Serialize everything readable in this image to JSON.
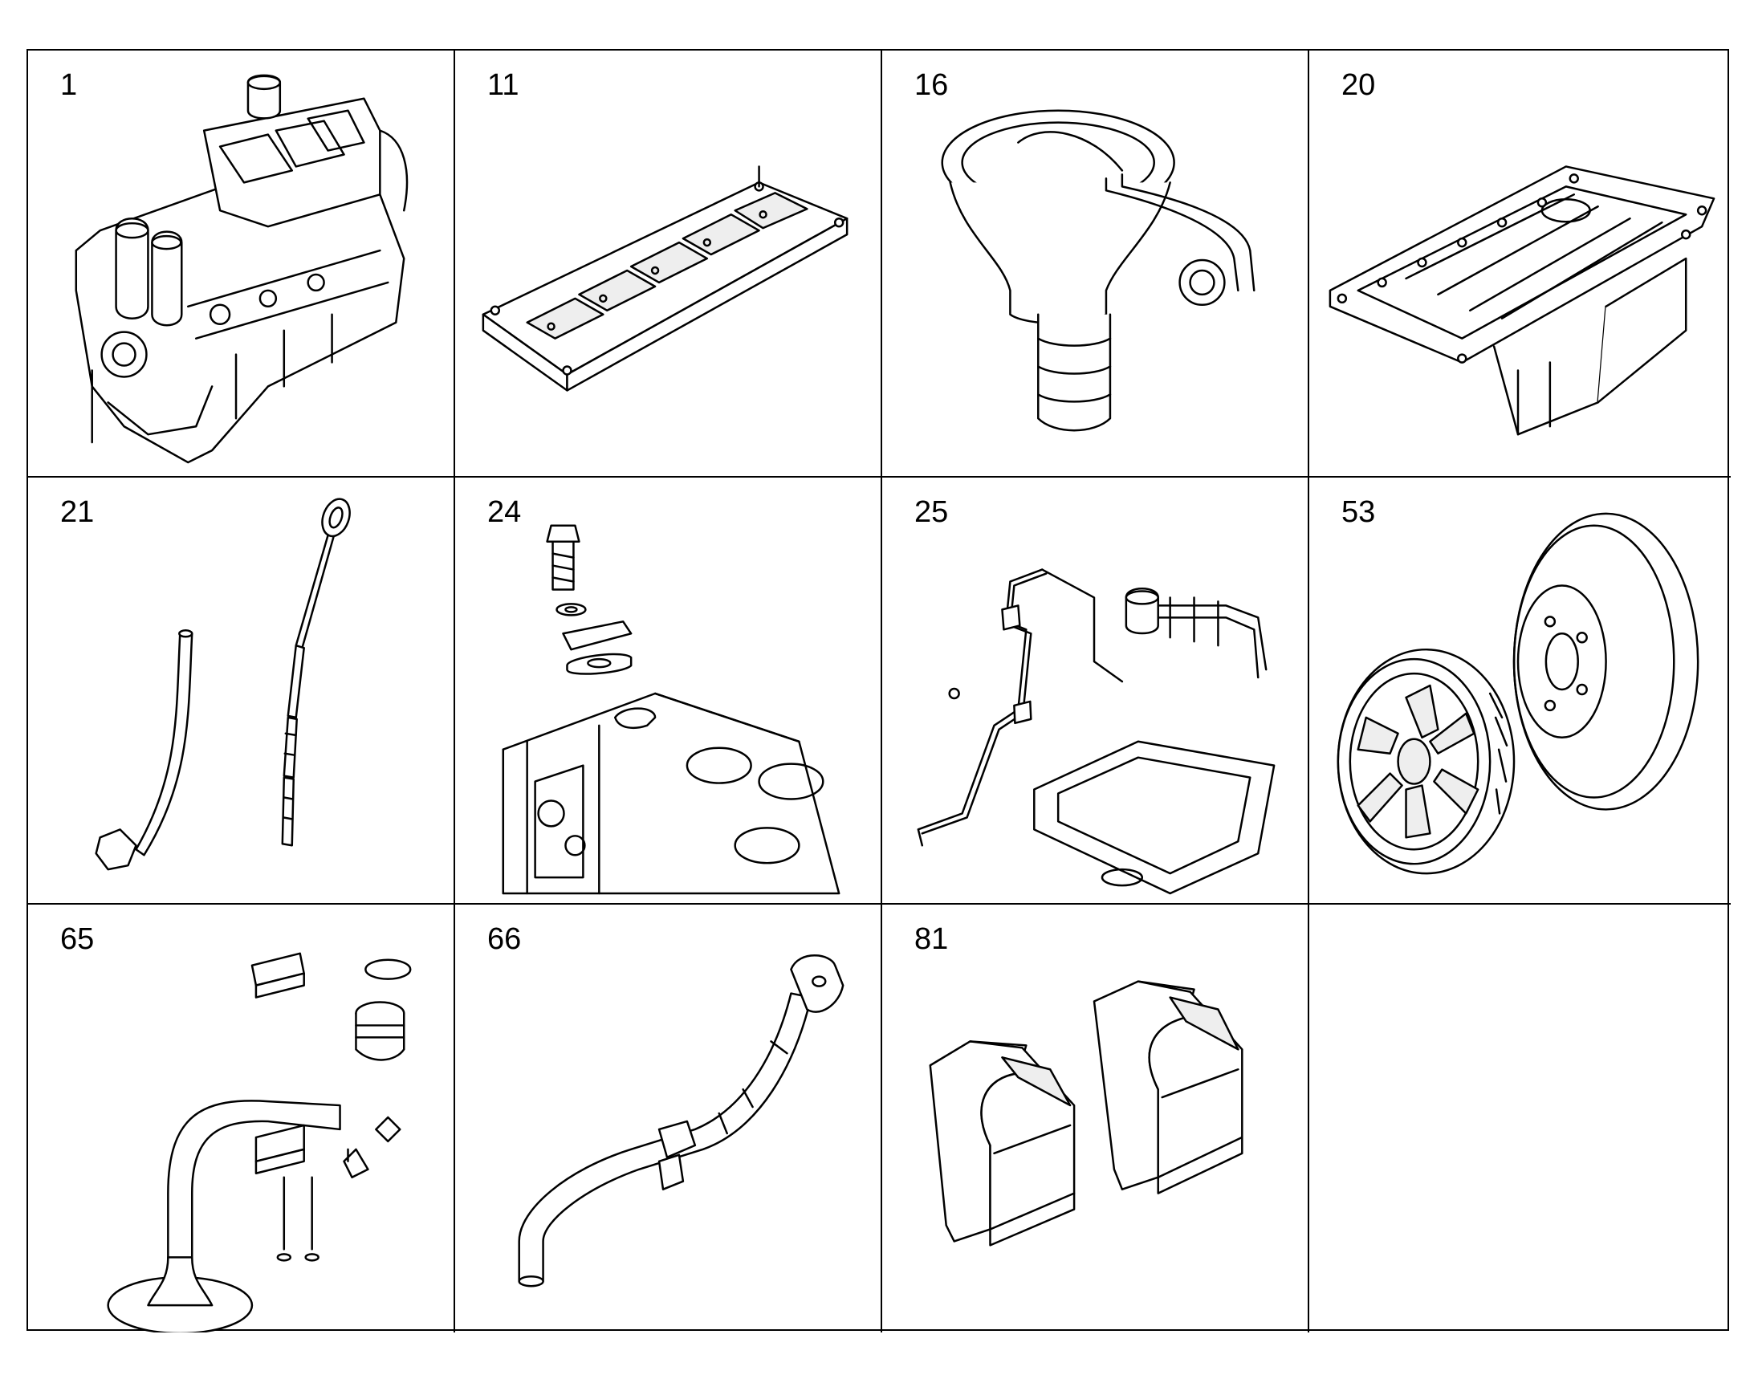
{
  "parts": [
    {
      "num": "1",
      "icon": "engine-block-icon"
    },
    {
      "num": "11",
      "icon": "rocker-cover-gasket-icon"
    },
    {
      "num": "16",
      "icon": "oil-separator-icon"
    },
    {
      "num": "20",
      "icon": "oil-sump-icon"
    },
    {
      "num": "21",
      "icon": "dipstick-and-tube-icon"
    },
    {
      "num": "24",
      "icon": "cover-plate-and-bolt-icon"
    },
    {
      "num": "25",
      "icon": "breather-pipe-assembly-icon"
    },
    {
      "num": "53",
      "icon": "crankshaft-pulley-damper-icon"
    },
    {
      "num": "65",
      "icon": "oil-suction-pipe-icon"
    },
    {
      "num": "66",
      "icon": "oil-return-pipe-icon"
    },
    {
      "num": "81",
      "icon": "bearing-caps-icon"
    },
    {
      "num": "",
      "icon": ""
    }
  ]
}
